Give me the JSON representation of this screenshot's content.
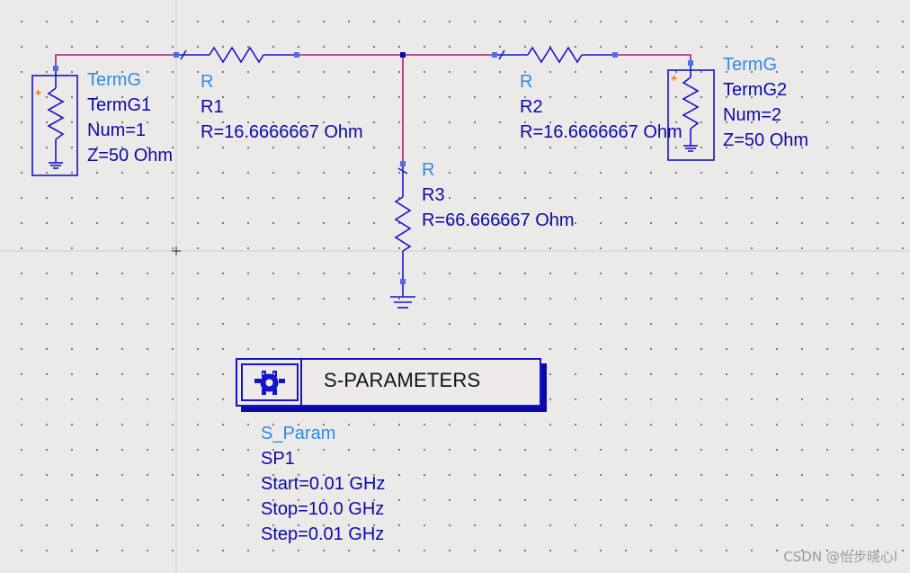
{
  "colors": {
    "wire": "#b0187a",
    "symbol": "#1414c8",
    "type_label": "#2e8be6",
    "instance_label": "#0a0aa8",
    "pin": "#4f6fe0",
    "plus": "#ff6a00"
  },
  "termg1": {
    "type": "TermG",
    "name": "TermG1",
    "num": "Num=1",
    "z": "Z=50 Ohm"
  },
  "r1": {
    "type": "R",
    "name": "R1",
    "value": "R=16.6666667 Ohm"
  },
  "r2": {
    "type": "R",
    "name": "R2",
    "value": "R=16.6666667 Ohm"
  },
  "termg2": {
    "type": "TermG",
    "name": "TermG2",
    "num": "Num=2",
    "z": "Z=50 Ohm"
  },
  "r3": {
    "type": "R",
    "name": "R3",
    "value": "R=66.666667 Ohm"
  },
  "sparam": {
    "title": "S-PARAMETERS",
    "type": "S_Param",
    "name": "SP1",
    "start": "Start=0.01 GHz",
    "stop": "Stop=10.0 GHz",
    "step": "Step=0.01 GHz"
  },
  "watermark": "CSDN @怡步晓心l"
}
